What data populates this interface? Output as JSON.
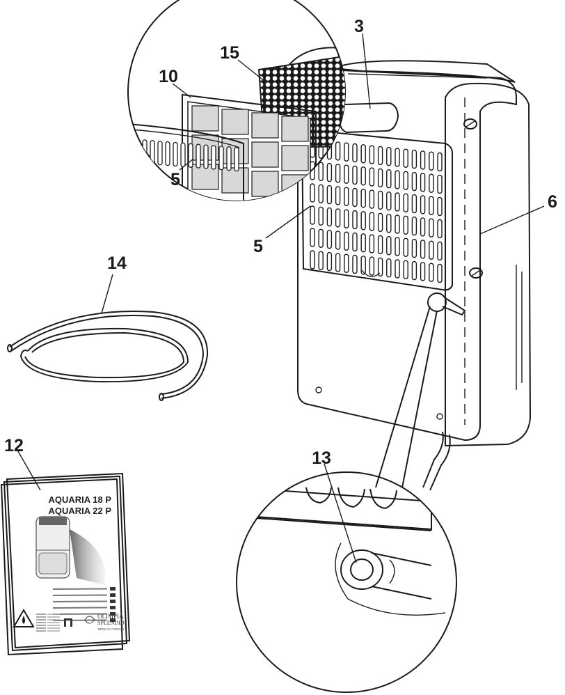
{
  "callouts": {
    "c3": "3",
    "c15": "15",
    "c10": "10",
    "c5_top": "5",
    "c5_side": "5",
    "c6": "6",
    "c14": "14",
    "c12": "12",
    "c13": "13"
  },
  "manual": {
    "title_line1": "AQUARIA 18 P",
    "title_line2": "AQUARIA 22 P",
    "brand_name_line1": "OLIMPIA",
    "brand_name_line2": "SPLENDID",
    "brand_tagline": "THINK OF COMFORT"
  },
  "icons": [
    "warning-triangle-icon",
    "olimpia-logo-icon",
    "manual-small-logo-icon"
  ]
}
